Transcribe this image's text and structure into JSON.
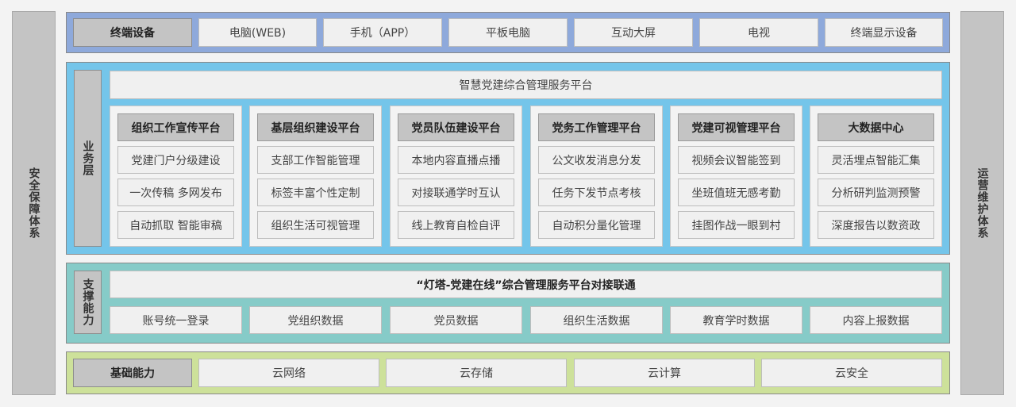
{
  "left_side": {
    "label": "安全保障体系"
  },
  "right_side": {
    "label": "运营维护体系"
  },
  "terminal": {
    "label": "终端设备",
    "items": [
      "电脑(WEB)",
      "手机（APP）",
      "平板电脑",
      "互动大屏",
      "电视",
      "终端显示设备"
    ]
  },
  "business": {
    "label": "业务层",
    "platform": "智慧党建综合管理服务平台",
    "columns": [
      {
        "title": "组织工作宣传平台",
        "items": [
          "党建门户分级建设",
          "一次传稿  多网发布",
          "自动抓取  智能审稿"
        ]
      },
      {
        "title": "基层组织建设平台",
        "items": [
          "支部工作智能管理",
          "标签丰富个性定制",
          "组织生活可视管理"
        ]
      },
      {
        "title": "党员队伍建设平台",
        "items": [
          "本地内容直播点播",
          "对接联通学时互认",
          "线上教育自检自评"
        ]
      },
      {
        "title": "党务工作管理平台",
        "items": [
          "公文收发消息分发",
          "任务下发节点考核",
          "自动积分量化管理"
        ]
      },
      {
        "title": "党建可视管理平台",
        "items": [
          "视频会议智能签到",
          "坐班值班无感考勤",
          "挂图作战一眼到村"
        ]
      },
      {
        "title": "大数据中心",
        "items": [
          "灵活埋点智能汇集",
          "分析研判监测预警",
          "深度报告以数资政"
        ]
      }
    ]
  },
  "support": {
    "label": "支撑能力",
    "platform": "“灯塔-党建在线”综合管理服务平台对接联通",
    "items": [
      "账号统一登录",
      "党组织数据",
      "党员数据",
      "组织生活数据",
      "教育学时数据",
      "内容上报数据"
    ]
  },
  "base": {
    "label": "基础能力",
    "items": [
      "云网络",
      "云存储",
      "云计算",
      "云安全"
    ]
  }
}
